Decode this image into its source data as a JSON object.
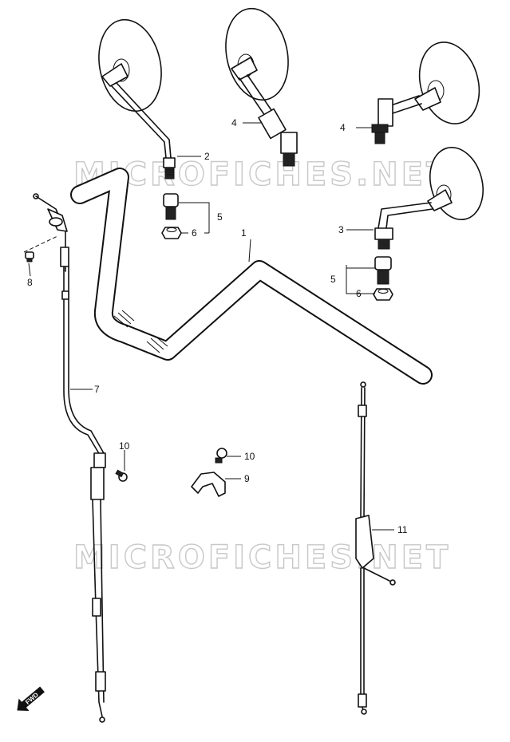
{
  "watermark": "MICROFICHES.NET",
  "fwd_label": "FWD",
  "callouts": [
    {
      "id": "label-1-handlebar",
      "text": "1"
    },
    {
      "id": "label-2-mirror-left",
      "text": "2"
    },
    {
      "id": "label-3-mirror-right",
      "text": "3"
    },
    {
      "id": "label-4-left",
      "text": "4"
    },
    {
      "id": "label-4-right",
      "text": "4"
    },
    {
      "id": "label-5-left",
      "text": "5"
    },
    {
      "id": "label-5-right",
      "text": "5"
    },
    {
      "id": "label-6-left",
      "text": "6"
    },
    {
      "id": "label-6-right",
      "text": "6"
    },
    {
      "id": "label-7-throttle-cable",
      "text": "7"
    },
    {
      "id": "label-8-screw",
      "text": "8"
    },
    {
      "id": "label-9-clamp",
      "text": "9"
    },
    {
      "id": "label-10-bolt-left",
      "text": "10"
    },
    {
      "id": "label-10-bolt-center",
      "text": "10"
    },
    {
      "id": "label-11-cable",
      "text": "11"
    }
  ]
}
